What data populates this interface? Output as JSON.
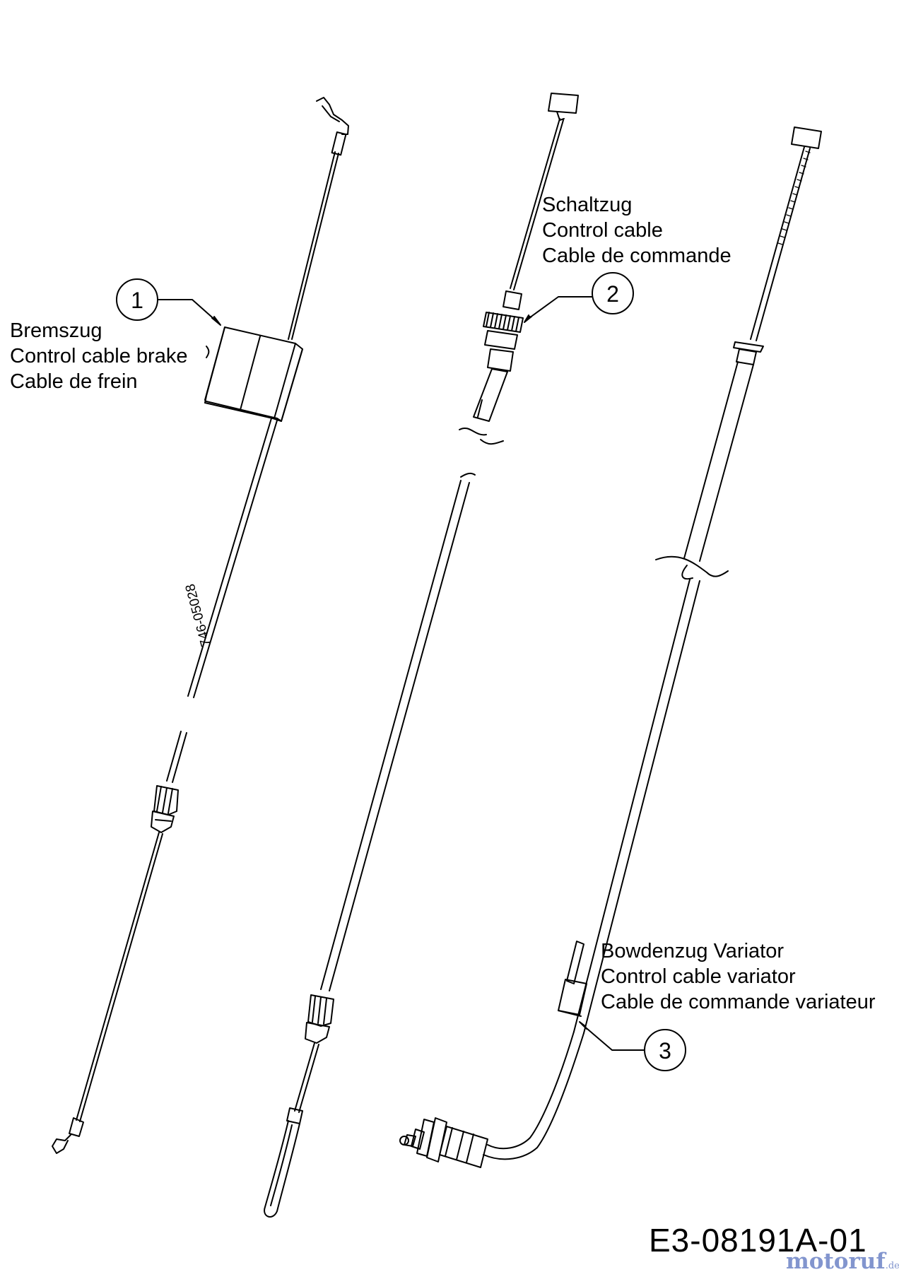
{
  "labels": {
    "brake": [
      "Bremszug",
      "Control cable brake",
      "Cable de frein"
    ],
    "shift": [
      "Schaltzug",
      "Control cable",
      "Cable de commande"
    ],
    "variator": [
      "Bowdenzug Variator",
      "Control cable variator",
      "Cable de commande variateur"
    ]
  },
  "callouts": [
    "1",
    "2",
    "3"
  ],
  "part_number": "746-05028",
  "drawing_id": "E3-08191A-01",
  "watermark": {
    "brand": "motoruf",
    "suffix": ".de"
  }
}
